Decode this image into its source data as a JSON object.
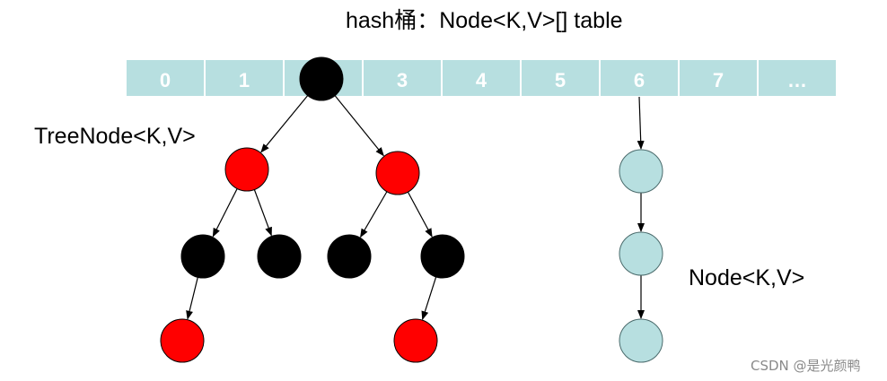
{
  "title": "hash桶：Node<K,V>[] table",
  "tree_label": "TreeNode<K,V>",
  "list_label": "Node<K,V>",
  "watermark": "CSDN @是光颜鸭",
  "colors": {
    "bucket_fill": "#b7dfe0",
    "bucket_text": "#ffffff",
    "red_node": "#ff0000",
    "black_node": "#000000",
    "list_node": "#b7dfe0",
    "edge": "#000000"
  },
  "buckets": [
    {
      "label": "0"
    },
    {
      "label": "1"
    },
    {
      "label": ""
    },
    {
      "label": "3"
    },
    {
      "label": "4"
    },
    {
      "label": "5"
    },
    {
      "label": "6"
    },
    {
      "label": "7"
    },
    {
      "label": "…"
    }
  ],
  "tree_nodes": [
    {
      "id": "root",
      "color": "black",
      "parent": null
    },
    {
      "id": "l",
      "color": "red",
      "parent": "root"
    },
    {
      "id": "r",
      "color": "red",
      "parent": "root"
    },
    {
      "id": "ll",
      "color": "black",
      "parent": "l"
    },
    {
      "id": "lr",
      "color": "black",
      "parent": "l"
    },
    {
      "id": "rl",
      "color": "black",
      "parent": "r"
    },
    {
      "id": "rr",
      "color": "black",
      "parent": "r"
    },
    {
      "id": "lll",
      "color": "red",
      "parent": "ll"
    },
    {
      "id": "rrl",
      "color": "red",
      "parent": "rr"
    }
  ],
  "list_nodes": [
    {
      "id": "n1"
    },
    {
      "id": "n2"
    },
    {
      "id": "n3"
    }
  ]
}
